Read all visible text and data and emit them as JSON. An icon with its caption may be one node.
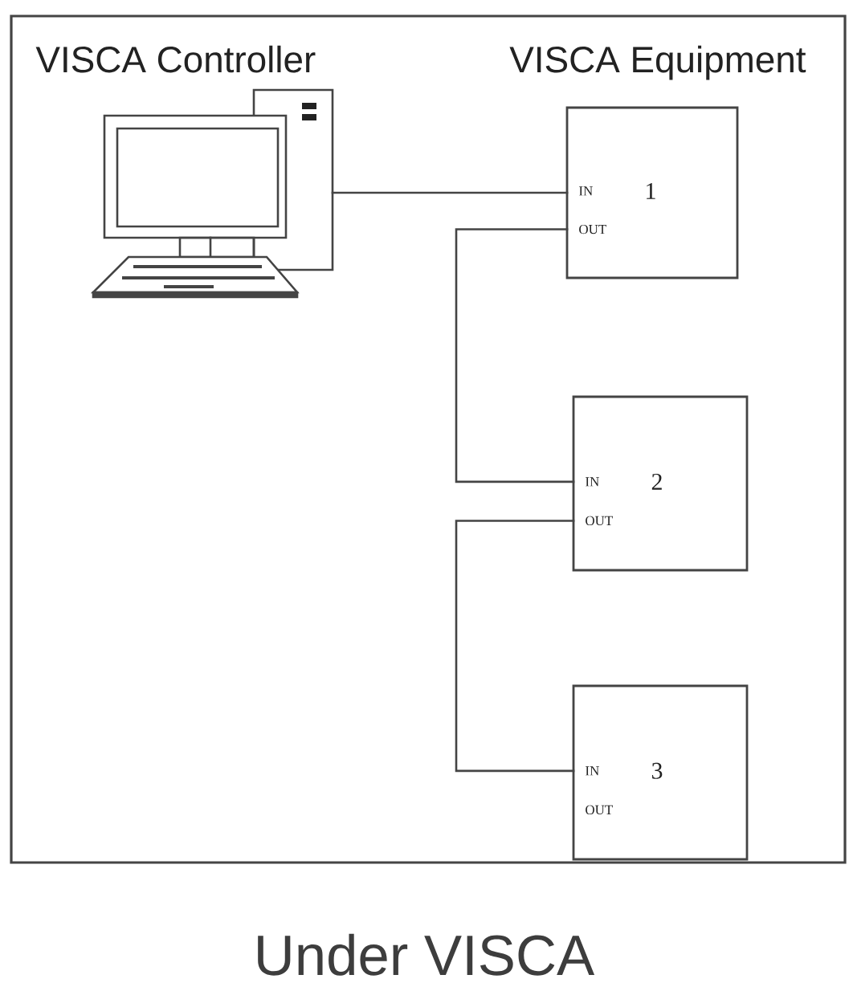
{
  "diagram": {
    "caption": "Under VISCA",
    "nodes": [
      {
        "text": [
          "VISCA Controller",
          "VISCA Equipment"
        ]
      },
      {
        "text": [],
        "shape": "picture",
        "in": 0
      },
      {
        "text": [
          "IN",
          "1",
          "OUT"
        ],
        "in": 0
      },
      {
        "text": [
          "IN",
          "2",
          "OUT"
        ],
        "in": 0
      },
      {
        "text": [
          "IN",
          "3",
          "OUT"
        ],
        "in": 0
      }
    ],
    "edges": [
      {
        "from": 1,
        "to": 2,
        "arrow": "none"
      },
      {
        "from": 2,
        "to": 3,
        "arrow": "none"
      },
      {
        "from": 3,
        "to": 4,
        "arrow": "none"
      }
    ]
  }
}
